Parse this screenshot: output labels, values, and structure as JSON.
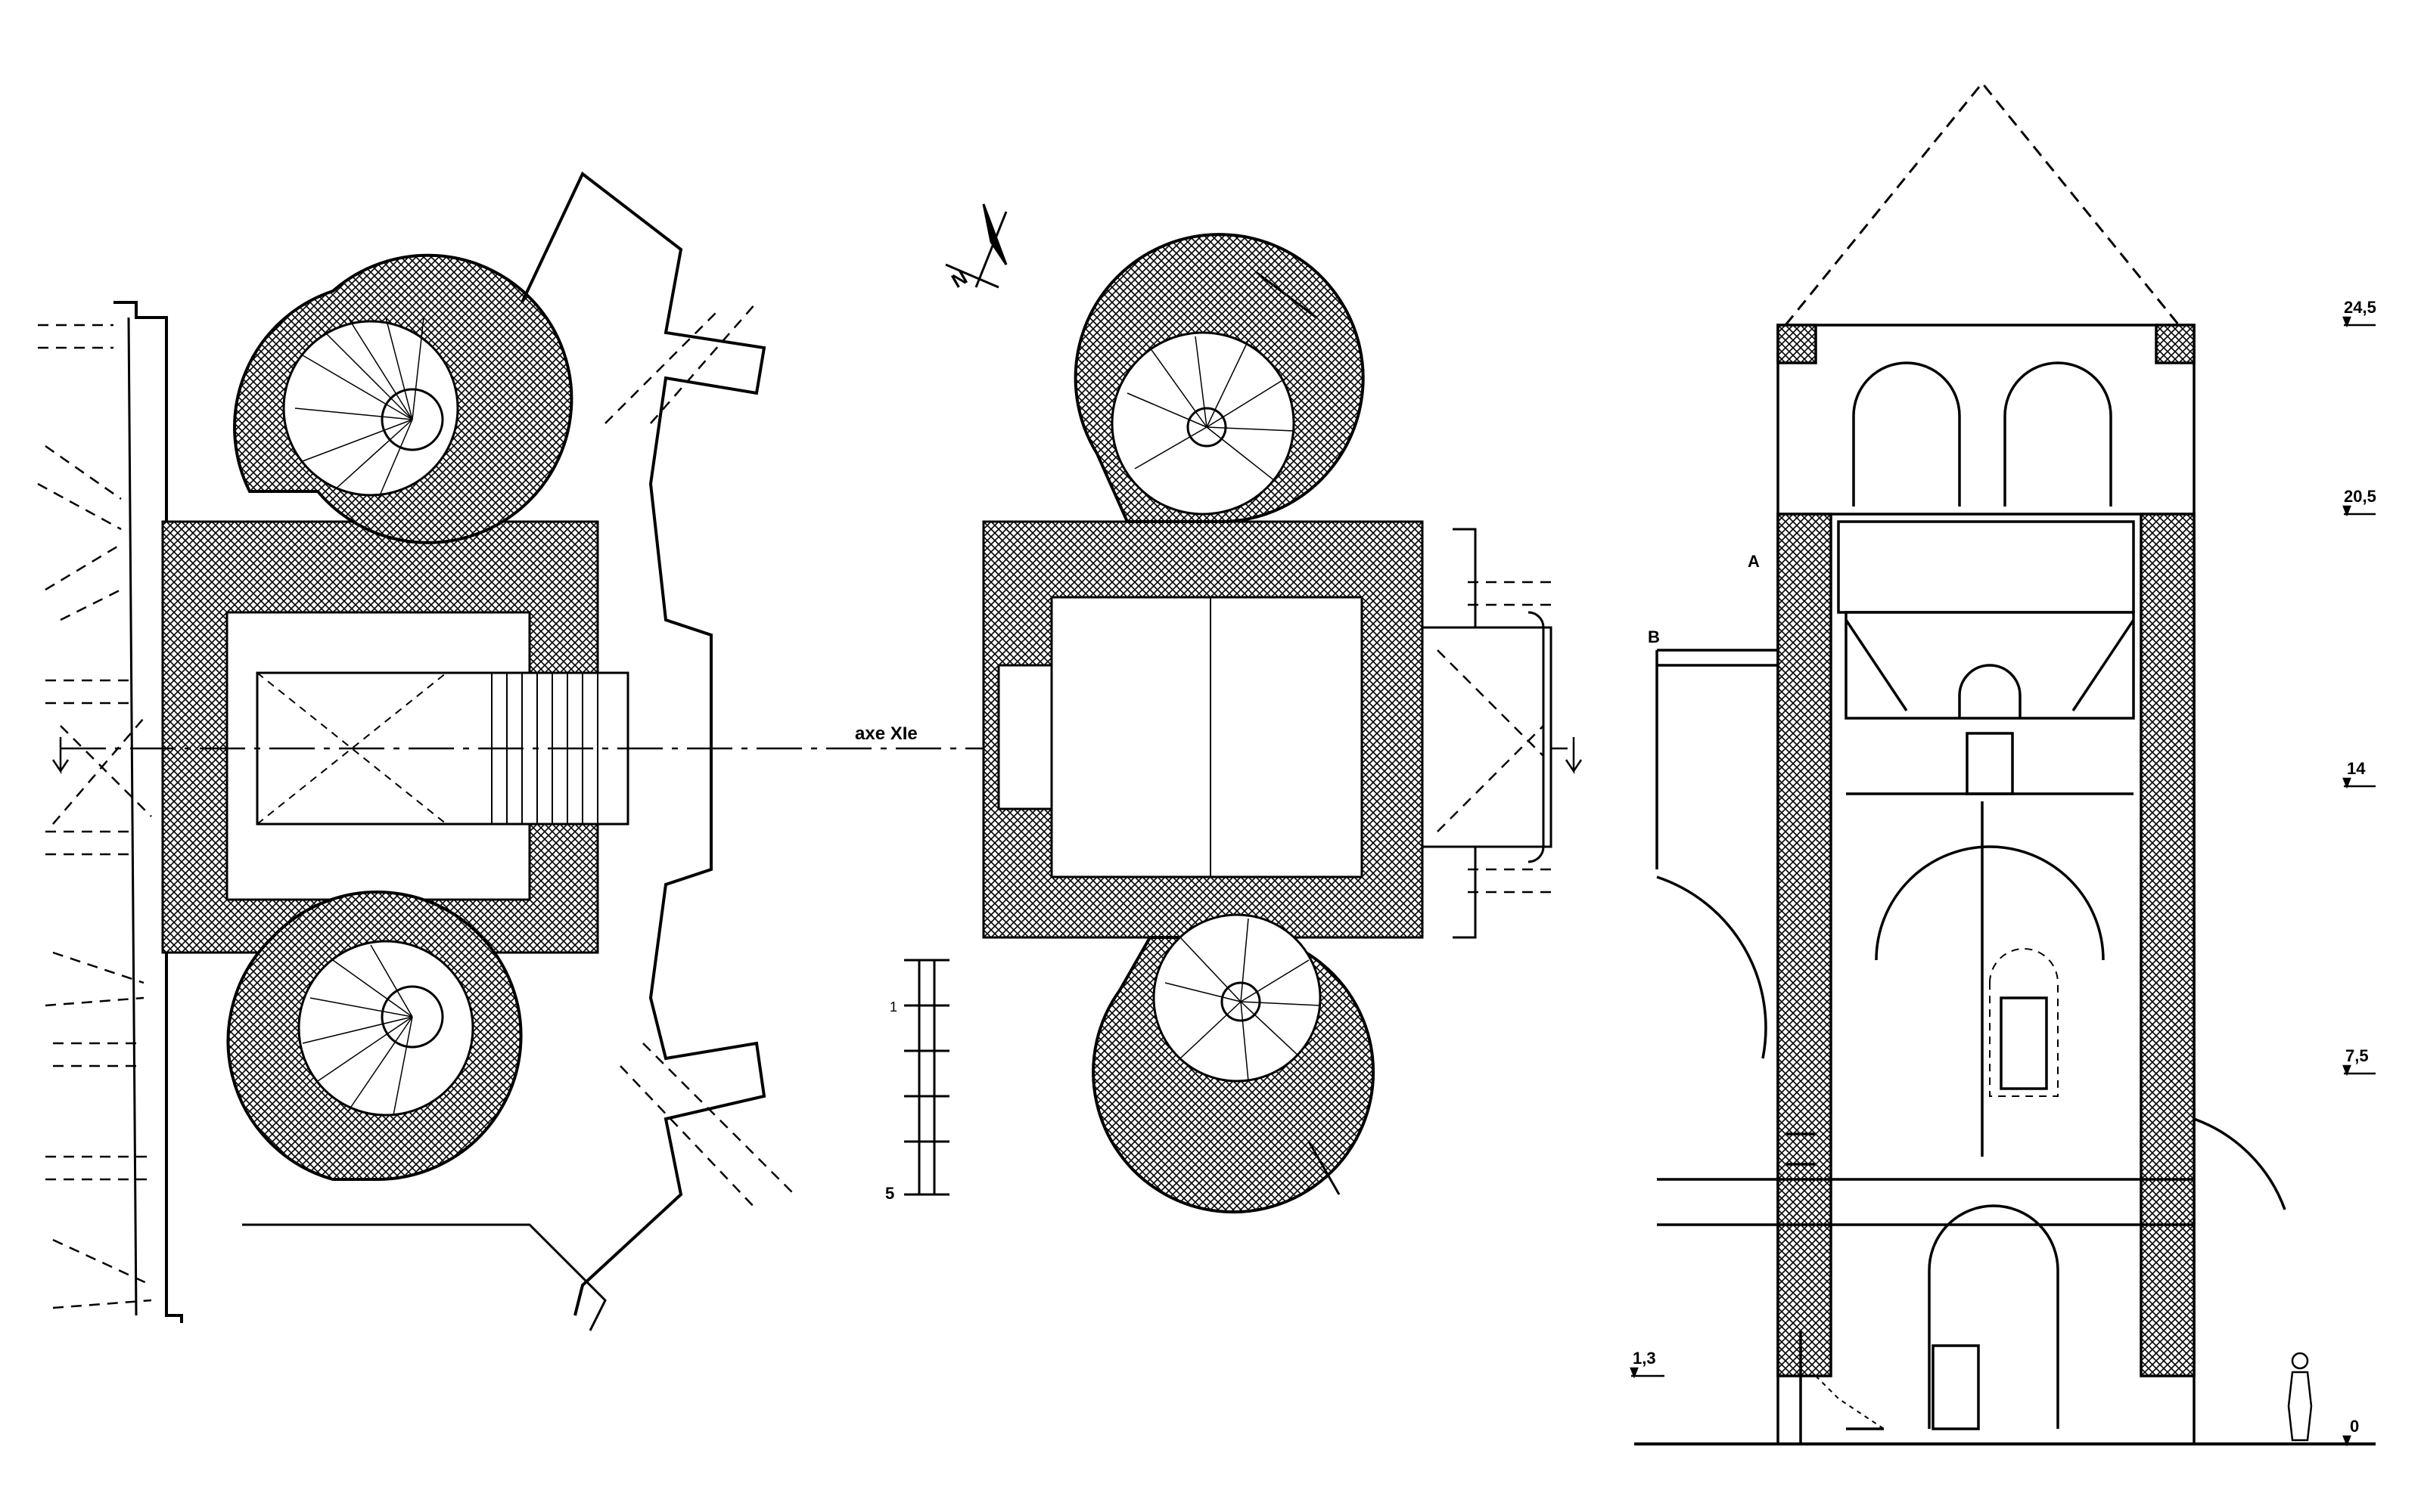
{
  "axis_label": "axe XIe",
  "north_label": "N",
  "scale_labels": [
    "1",
    "5"
  ],
  "section_markers": {
    "a": "A",
    "b": "B"
  },
  "levels": [
    "24,5",
    "20,5",
    "14",
    "7,5",
    "1,3",
    "0"
  ],
  "colors": {
    "ink": "#000000",
    "paper": "#ffffff"
  }
}
